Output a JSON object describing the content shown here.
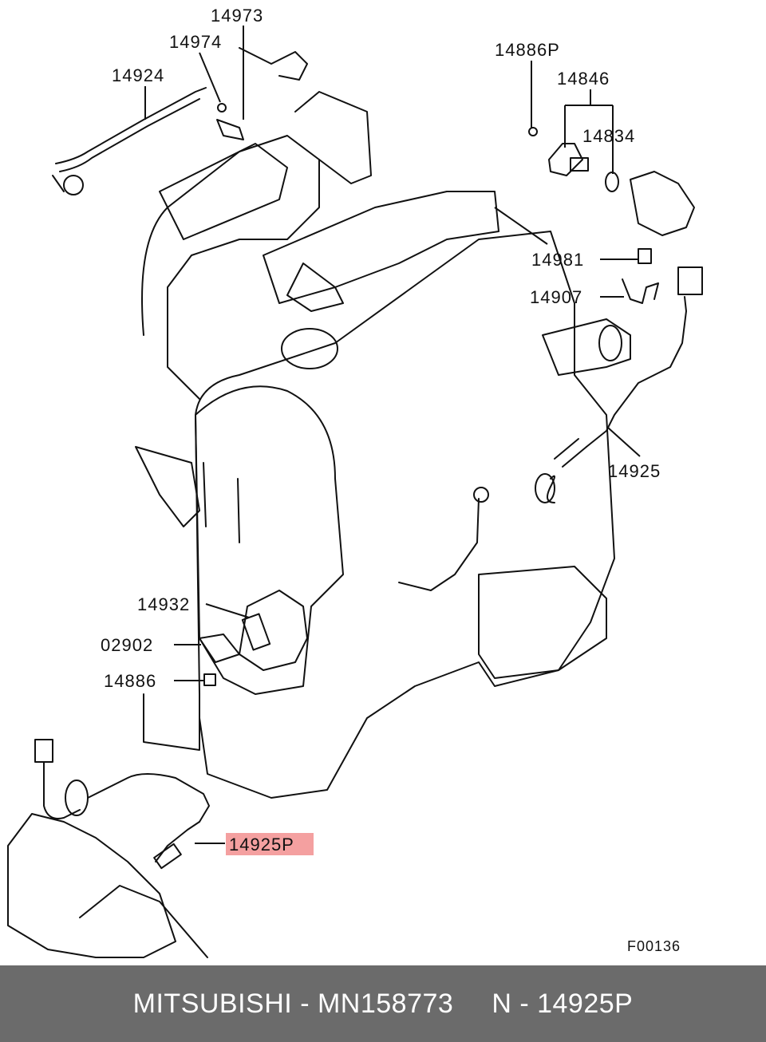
{
  "diagram": {
    "labels": {
      "p14973": "14973",
      "p14974": "14974",
      "p14924": "14924",
      "p14886P": "14886P",
      "p14846": "14846",
      "p14834": "14834",
      "p14981": "14981",
      "p14907": "14907",
      "p14925": "14925",
      "p14932": "14932",
      "p02902": "02902",
      "p14886": "14886",
      "p14925P": "14925P"
    },
    "figure_code": "F00136",
    "highlight_color": "#f4a0a0",
    "line_color": "#111111"
  },
  "footer": {
    "brand": "MITSUBISHI",
    "separator": "-",
    "part_number": "MN158773",
    "ref_prefix": "N",
    "ref_separator": "-",
    "ref_code": "14925P",
    "background": "#6b6b6b"
  }
}
